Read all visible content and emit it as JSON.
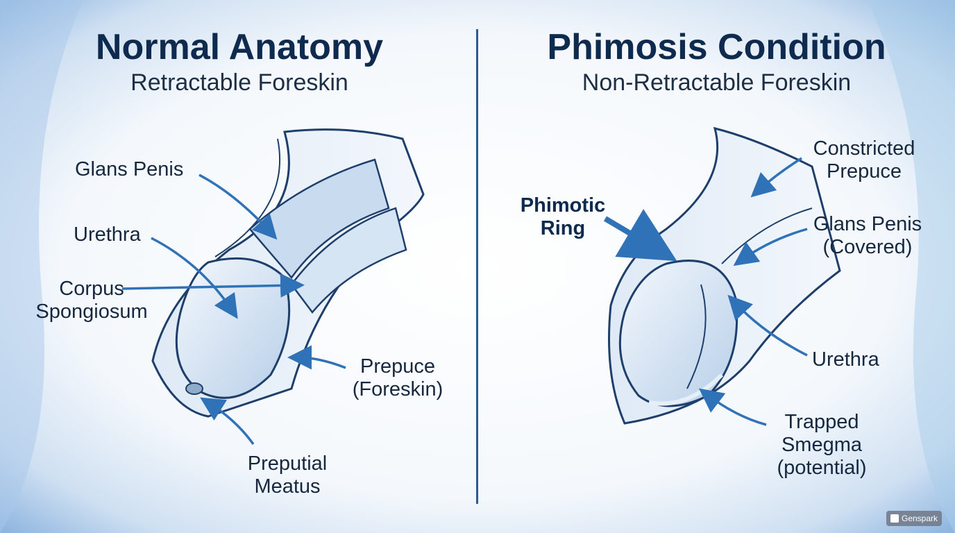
{
  "left": {
    "title": "Normal Anatomy",
    "subtitle": "Retractable Foreskin",
    "labels": {
      "glans": "Glans Penis",
      "urethra": "Urethra",
      "corpus_1": "Corpus",
      "corpus_2": "Spongiosum",
      "prepuce_1": "Prepuce",
      "prepuce_2": "(Foreskin)",
      "meatus_1": "Preputial",
      "meatus_2": "Meatus"
    }
  },
  "right": {
    "title": "Phimosis Condition",
    "subtitle": "Non-Retractable Foreskin",
    "labels": {
      "ring_1": "Phimotic",
      "ring_2": "Ring",
      "constricted_1": "Constricted",
      "constricted_2": "Prepuce",
      "glans_1": "Glans Penis",
      "glans_2": "(Covered)",
      "urethra": "Urethra",
      "smegma_1": "Trapped",
      "smegma_2": "Smegma",
      "smegma_3": "(potential)"
    }
  },
  "watermark": "Genspark",
  "colors": {
    "accent": "#2f72b8",
    "outline": "#1e3f6b",
    "title": "#0e2a4e",
    "tissue": "#c9dcef"
  }
}
